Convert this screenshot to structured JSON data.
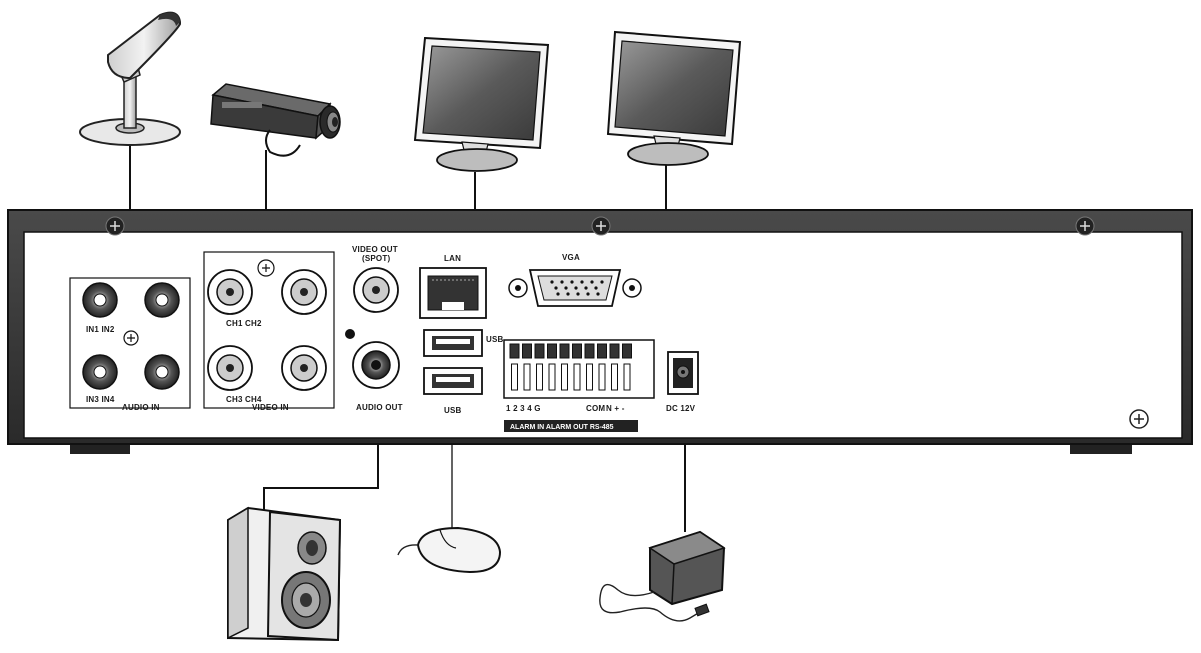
{
  "labels": {
    "audio_in_top": "IN1 IN2",
    "audio_in_bottom": "IN3 IN4",
    "audio_in": "AUDIO IN",
    "video_in_top": "CH1 CH2",
    "video_in_bottom": "CH3 CH4",
    "video_in": "VIDEO IN",
    "video_out_1": "VIDEO OUT",
    "video_out_2": "(SPOT)",
    "audio_out": "AUDIO OUT",
    "lan": "LAN",
    "usb_top": "USB",
    "usb_bottom": "USB",
    "vga": "VGA",
    "alarm_in_nums": "1 2 3 4 G",
    "alarm_com": "COM",
    "alarm_marks": "N  +  -",
    "alarm_bar": "ALARM IN  ALARM OUT  RS-485",
    "dc": "DC 12V"
  }
}
